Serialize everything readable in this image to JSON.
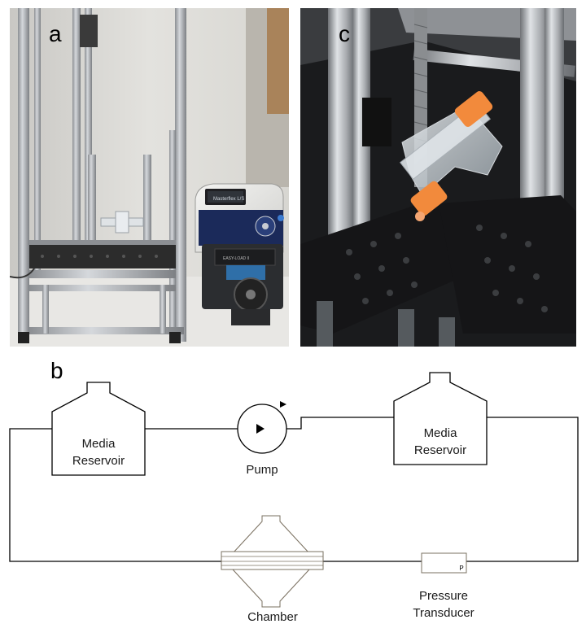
{
  "panels": {
    "a": {
      "letter": "a"
    },
    "b": {
      "letter": "b"
    },
    "c": {
      "letter": "c"
    }
  },
  "photo_a": {
    "pump_display_text": "Masterflex L/S",
    "pump_head_text": "EASY-LOAD II"
  },
  "diagram": {
    "reservoir_left": {
      "line1": "Media",
      "line2": "Reservoir"
    },
    "reservoir_right": {
      "line1": "Media",
      "line2": "Reservoir"
    },
    "pump": {
      "label": "Pump"
    },
    "chamber": {
      "label": "Chamber"
    },
    "transducer": {
      "line1": "Pressure",
      "line2": "Transducer",
      "symbol": "P"
    }
  }
}
